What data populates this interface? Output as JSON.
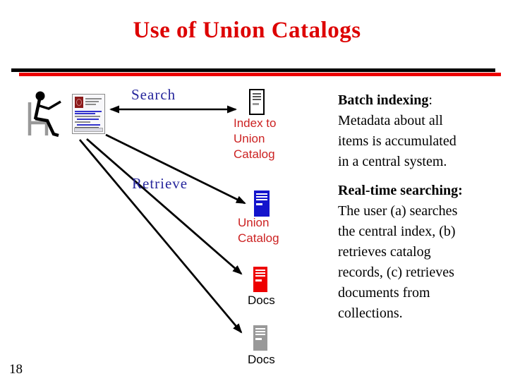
{
  "slide": {
    "title": "Use of Union Catalogs",
    "page_number": "18"
  },
  "diagram": {
    "search_label": "Search",
    "retrieve_label": "Retrieve",
    "index_server": {
      "lines": [
        "Index to",
        "Union",
        "Catalog"
      ]
    },
    "union_server": {
      "lines": [
        "Union",
        "Catalog"
      ]
    },
    "docs_server_1": {
      "label": "Docs"
    },
    "docs_server_2": {
      "label": "Docs"
    }
  },
  "notes": {
    "batch": {
      "heading": "Batch indexing",
      "colon": ":",
      "lines": [
        "Metadata about all",
        "items is accumulated",
        "in a central system."
      ]
    },
    "realtime": {
      "heading": "Real-time searching:",
      "lines": [
        "The user (a) searches",
        "the central index, (b)",
        "retrieves catalog",
        "records, (c) retrieves",
        "documents from",
        "collections."
      ]
    }
  },
  "colors": {
    "title_red": "#dd0000",
    "rule_black": "#000000",
    "rule_red": "#ee0000",
    "nav_blue": "#26269c",
    "label_red": "#cc2222",
    "server_blue": "#1414cc",
    "server_red": "#ee0000",
    "server_gray": "#999999"
  }
}
